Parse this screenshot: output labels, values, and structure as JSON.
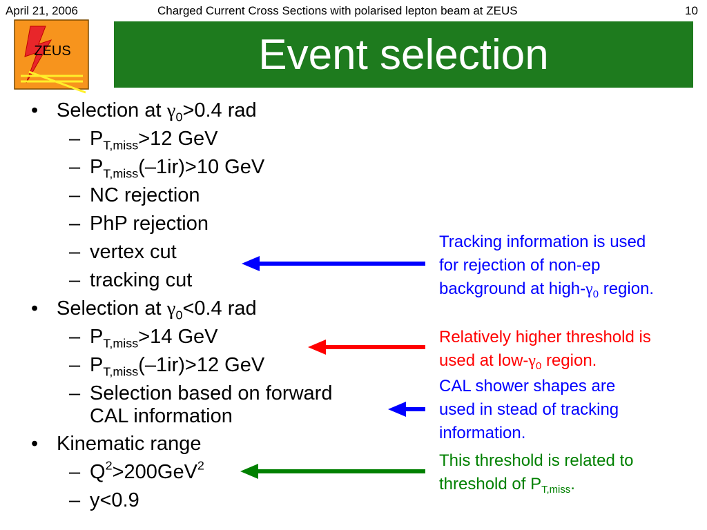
{
  "header": {
    "date": "April 21, 2006",
    "title": "Charged Current Cross Sections with polarised lepton beam at ZEUS",
    "page_number": "10"
  },
  "logo": {
    "text": "ZEUS"
  },
  "slide": {
    "title": "Event selection"
  },
  "colors": {
    "banner": "#1e7b1e",
    "logo_orange": "#f7941d",
    "logo_red": "#e8262a",
    "logo_yellow": "#ffef2a",
    "note_blue": "#0000ff",
    "note_red": "#ff0000",
    "note_green": "#008000"
  },
  "outline": {
    "bullet_char": "•",
    "dash_char": "–",
    "s1": {
      "pre": "Selection at ",
      "gamma": "γ",
      "sub": "0",
      "post": ">0.4 rad"
    },
    "s1_i1": {
      "p": "P",
      "sub": "T,miss",
      "post": ">12 GeV"
    },
    "s1_i2": {
      "p": "P",
      "sub": "T,miss",
      "post": "(–1ir)>10 GeV"
    },
    "s1_i3": "NC rejection",
    "s1_i4": "PhP rejection",
    "s1_i5": "vertex cut",
    "s1_i6": "tracking cut",
    "s2": {
      "pre": "Selection at ",
      "gamma": "γ",
      "sub": "0",
      "post": "<0.4 rad"
    },
    "s2_i1": {
      "p": "P",
      "sub": "T,miss",
      "post": ">14 GeV"
    },
    "s2_i2": {
      "p": "P",
      "sub": "T,miss",
      "post": "(–1ir)>12 GeV"
    },
    "s2_i3_line1": "Selection based on forward",
    "s2_i3_line2": "CAL information",
    "s3": "Kinematic range",
    "s3_i1": {
      "q": "Q",
      "sup1": "2",
      "mid": ">200GeV",
      "sup2": "2"
    },
    "s3_i2": "y<0.9"
  },
  "notes": {
    "tracking": {
      "line1": "Tracking information is used",
      "line2": "for rejection of non-ep",
      "line3_pre": "background at high-",
      "gamma": "γ",
      "sub": "0",
      "line3_post": " region."
    },
    "threshold": {
      "line1": "Relatively higher threshold is",
      "line2_pre": "used at low-",
      "gamma": "γ",
      "sub": "0",
      "line2_post": " region."
    },
    "cal": {
      "line1": "CAL shower shapes are",
      "line2": "used in stead of tracking",
      "line3": "information."
    },
    "related": {
      "line1": "This threshold is related to",
      "line2_pre": "threshold of P",
      "sub": "T,miss",
      "line2_post": "."
    }
  }
}
